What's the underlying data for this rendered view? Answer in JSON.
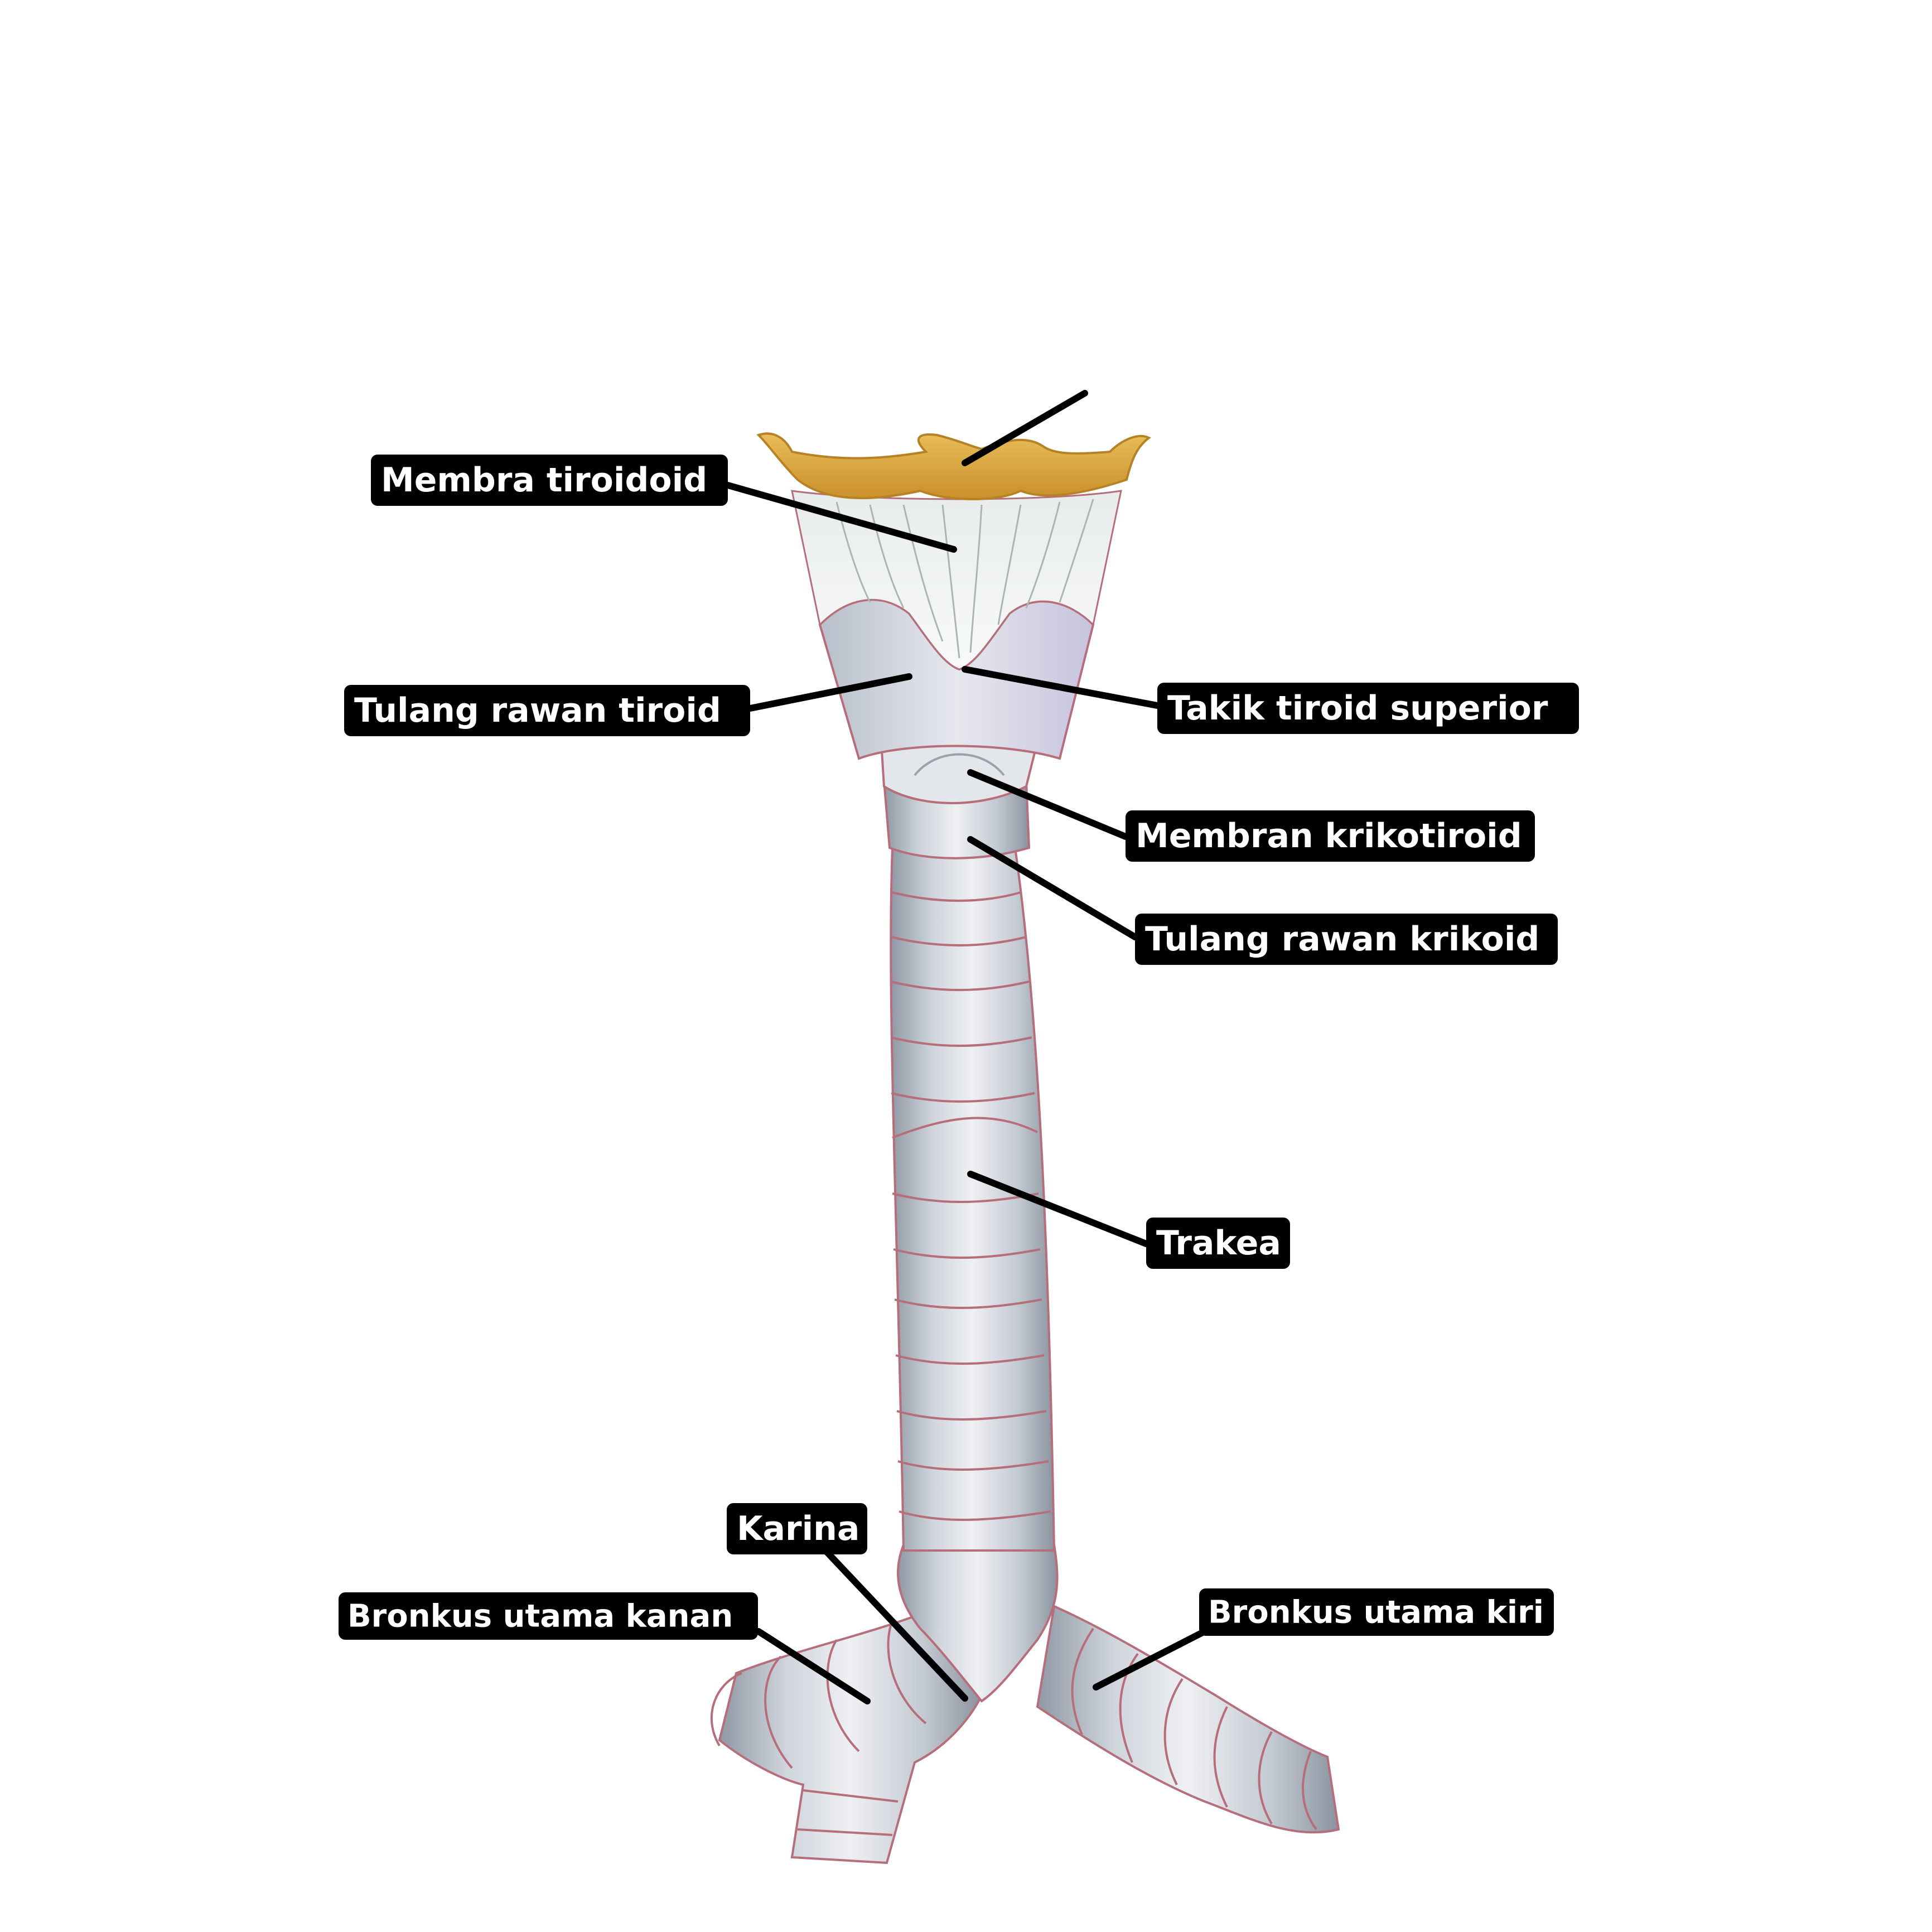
{
  "colors": {
    "label_bg": "#000000",
    "label_text": "#ffffff",
    "leader": "#000000",
    "hyoid": "#d9a43a",
    "cartilage": "#c9ced6",
    "cartilage_shadow": "#9ea6b1",
    "ring_outline": "#b56e7a"
  },
  "labels": {
    "membra_tiroidoid": "Membra tiroidoid",
    "tulang_rawan_tiroid": "Tulang rawan tiroid",
    "takik_tiroid_superior": "Takik tiroid superior",
    "membran_krikotiroid": "Membran krikotiroid",
    "tulang_rawan_krikoid": "Tulang rawan krikoid",
    "trakea": "Trakea",
    "karina": "Karina",
    "bronkus_utama_kanan": "Bronkus utama kanan",
    "bronkus_utama_kiri": "Bronkus utama kiri"
  }
}
